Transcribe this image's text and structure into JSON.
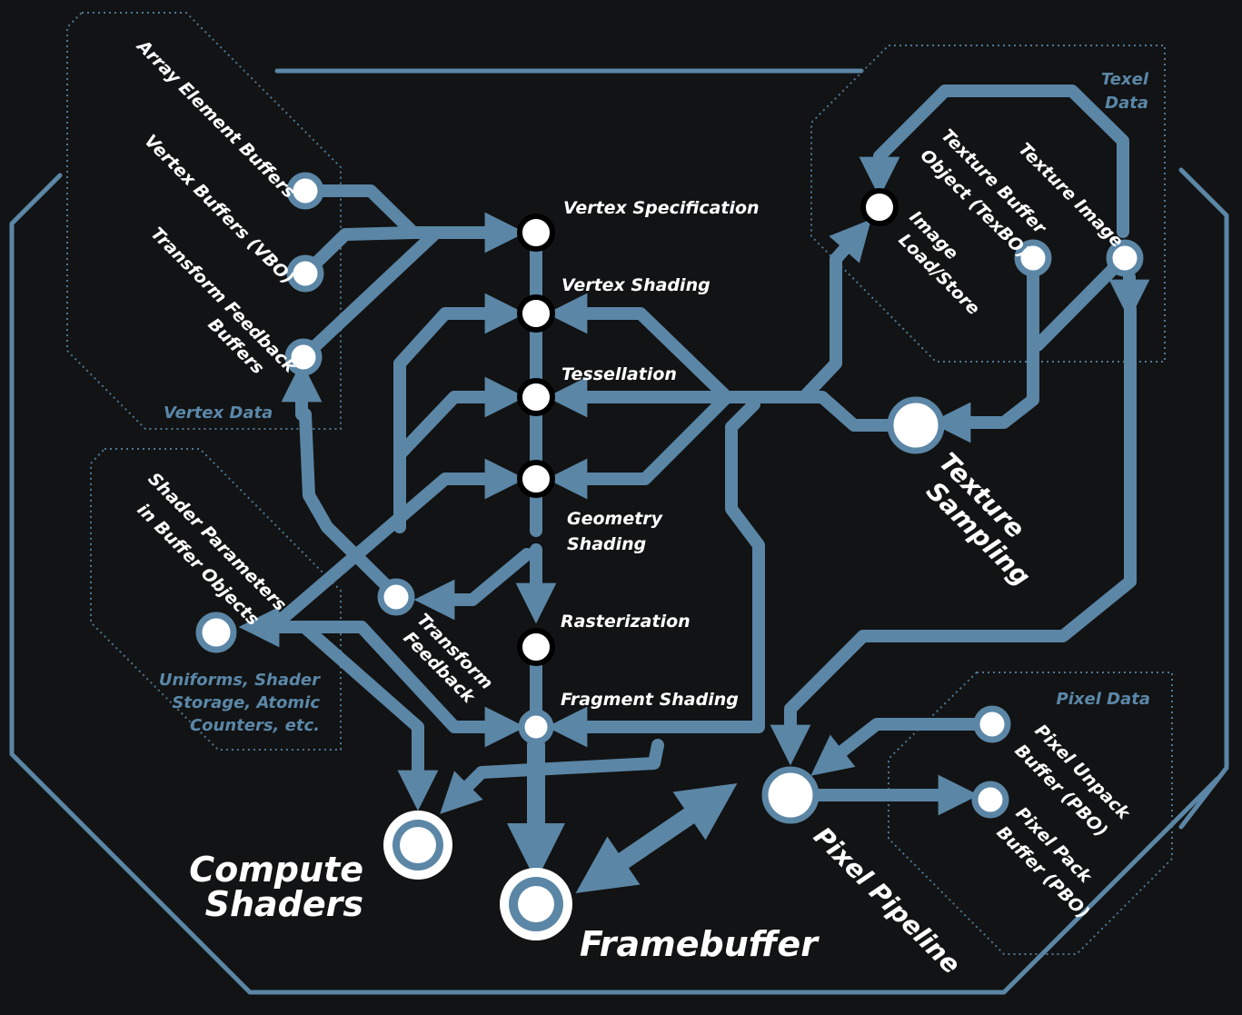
{
  "colors": {
    "background": "#121314",
    "line": "#5b86a6",
    "node": "#ffffff",
    "section_label": "#5a87a8"
  },
  "pipeline_stages": {
    "vertex_specification": "Vertex Specification",
    "vertex_shading": "Vertex Shading",
    "tessellation": "Tessellation",
    "geometry_shading_1": "Geometry",
    "geometry_shading_2": "Shading",
    "rasterization": "Rasterization",
    "fragment_shading": "Fragment Shading"
  },
  "vertex_data": {
    "title": "Vertex Data",
    "array_element_buffers": "Array Element Buffers",
    "vertex_buffers": "Vertex Buffers (VBO)",
    "transform_feedback_buffers_1": "Transform Feedback",
    "transform_feedback_buffers_2": "Buffers"
  },
  "shader_params": {
    "line1": "Shader Parameters",
    "line2": "in Buffer Objects",
    "uniforms_1": "Uniforms, Shader",
    "uniforms_2": "Storage, Atomic",
    "uniforms_3": "Counters, etc."
  },
  "transform_feedback": {
    "line1": "Transform",
    "line2": "Feedback"
  },
  "texel_data": {
    "title_1": "Texel",
    "title_2": "Data",
    "texture_image": "Texture Image",
    "texture_buffer_1": "Texture Buffer",
    "texture_buffer_2": "Object (TexBO)",
    "image_load_store_1": "Image",
    "image_load_store_2": "Load/Store"
  },
  "texture_sampling": {
    "line1": "Texture",
    "line2": "Sampling"
  },
  "pixel_data": {
    "title": "Pixel Data",
    "unpack_1": "Pixel Unpack",
    "unpack_2": "Buffer (PBO)",
    "pack_1": "Pixel Pack",
    "pack_2": "Buffer (PBO)"
  },
  "hubs": {
    "compute_1": "Compute",
    "compute_2": "Shaders",
    "framebuffer": "Framebuffer",
    "pixel_pipeline": "Pixel Pipeline"
  }
}
